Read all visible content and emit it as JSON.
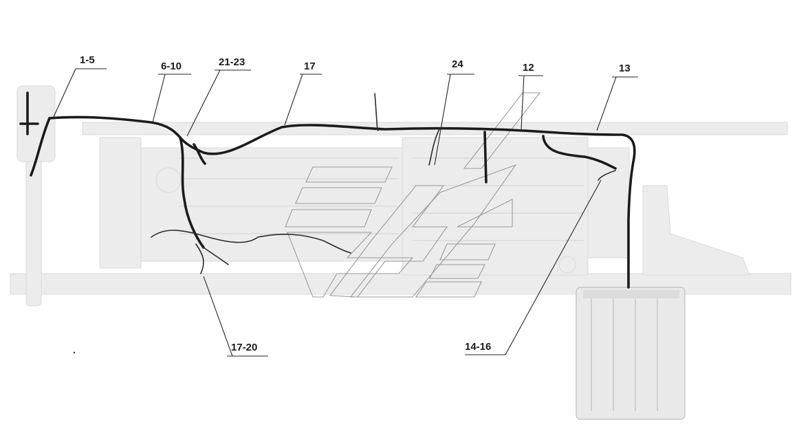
{
  "diagram": {
    "callouts": [
      {
        "id": "c1",
        "label": "1-5"
      },
      {
        "id": "c2",
        "label": "6-10"
      },
      {
        "id": "c3",
        "label": "21-23"
      },
      {
        "id": "c4",
        "label": "17"
      },
      {
        "id": "c5",
        "label": "24"
      },
      {
        "id": "c6",
        "label": "12"
      },
      {
        "id": "c7",
        "label": "13"
      },
      {
        "id": "c8",
        "label": "17-20"
      },
      {
        "id": "c9",
        "label": "14-16"
      }
    ],
    "colors": {
      "harness": "#1b1b1b",
      "background_parts": "#ececec",
      "leader": "#222222",
      "watermark": "#9a9a9a"
    },
    "icons": [
      "watermark-logo-icon",
      "battery-box-icon"
    ]
  }
}
